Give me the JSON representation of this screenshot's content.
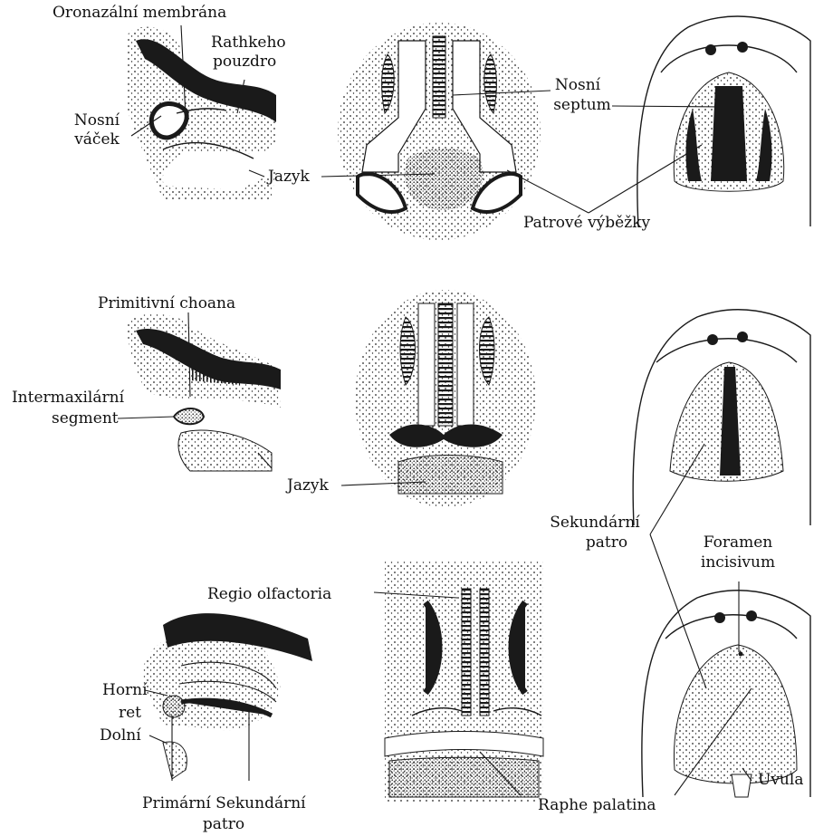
{
  "labels": {
    "oronazalni_membrana": "Oronazální membrána",
    "rathkeho": "Rathkeho",
    "pouzdro": "pouzdro",
    "nosni_1": "Nosní",
    "vacek": "váček",
    "jazyk_1": "Jazyk",
    "nosni_2": "Nosní",
    "septum": "septum",
    "patrove_vybezky": "Patrové výběžky",
    "primitivni_choana": "Primitivní choana",
    "intermaxilarni": "Intermaxilární",
    "segment": "segment",
    "jazyk_2": "Jazyk",
    "sekundarni": "Sekundární",
    "patro_1": "patro",
    "foramen": "Foramen",
    "incisivum": "incisivum",
    "regio_olfactoria": "Regio olfactoria",
    "horni": "Horní",
    "ret": "ret",
    "dolni": "Dolní",
    "primarni_sekundarni": "Primární Sekundární",
    "patro_2": "patro",
    "uvula": "Uvula",
    "raphe_palatina": "Raphe palatina"
  }
}
